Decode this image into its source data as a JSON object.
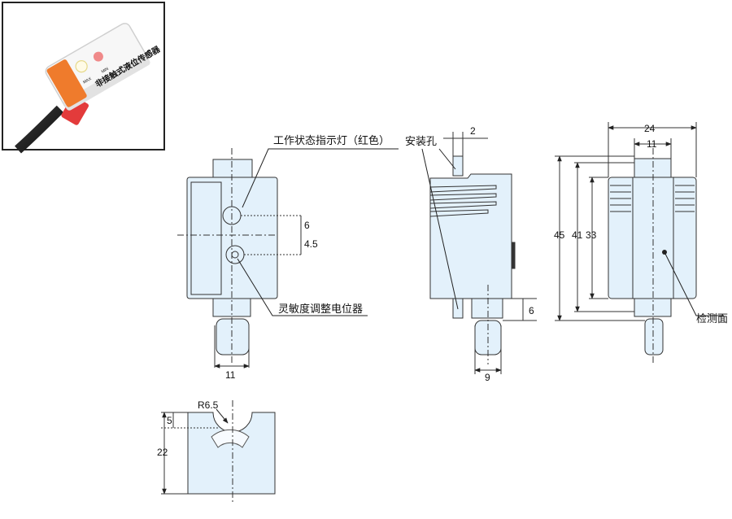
{
  "colors": {
    "body_fill": "#e3f1fb",
    "outline": "#333333",
    "accent_orange": "#ee7a2c",
    "cable_red": "#e43c3c",
    "led_red": "#f08a8a"
  },
  "labels": {
    "indicator": "工作状态指示灯（红色）",
    "pot": "灵敏度调整电位器",
    "mount_hole": "安装孔",
    "detect_face": "检测面"
  },
  "photo": {
    "product_name": "非接触式液位传感器",
    "label_min": "MIN",
    "label_max": "MAX"
  },
  "dims": {
    "front_width": "11",
    "front_led_offset": "6",
    "front_pot_offset": "4.5",
    "side_slot": "2",
    "side_bottom": "6",
    "side_width": "9",
    "rear_width": "24",
    "rear_inner": "11",
    "rear_h45": "45",
    "rear_h41": "41",
    "rear_h33": "33",
    "bottom_radius": "R6.5",
    "bottom_depth": "5",
    "bottom_height": "22"
  }
}
